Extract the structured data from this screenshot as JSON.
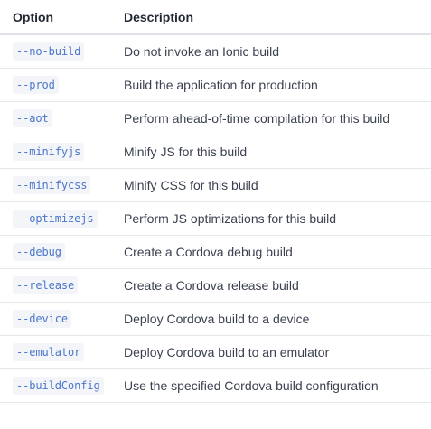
{
  "table": {
    "headers": {
      "option": "Option",
      "description": "Description"
    },
    "rows": [
      {
        "option": "--no-build",
        "description": "Do not invoke an Ionic build"
      },
      {
        "option": "--prod",
        "description": "Build the application for production"
      },
      {
        "option": "--aot",
        "description": "Perform ahead-of-time compilation for this build"
      },
      {
        "option": "--minifyjs",
        "description": "Minify JS for this build"
      },
      {
        "option": "--minifycss",
        "description": "Minify CSS for this build"
      },
      {
        "option": "--optimizejs",
        "description": "Perform JS optimizations for this build"
      },
      {
        "option": "--debug",
        "description": "Create a Cordova debug build"
      },
      {
        "option": "--release",
        "description": "Create a Cordova release build"
      },
      {
        "option": "--device",
        "description": "Deploy Cordova build to a device"
      },
      {
        "option": "--emulator",
        "description": "Deploy Cordova build to an emulator"
      },
      {
        "option": "--buildConfig",
        "description": "Use the specified Cordova build configuration"
      }
    ]
  },
  "colors": {
    "code_text": "#4b76c9",
    "code_background": "#f3f5f9",
    "row_divider": "#e4e7eb"
  }
}
